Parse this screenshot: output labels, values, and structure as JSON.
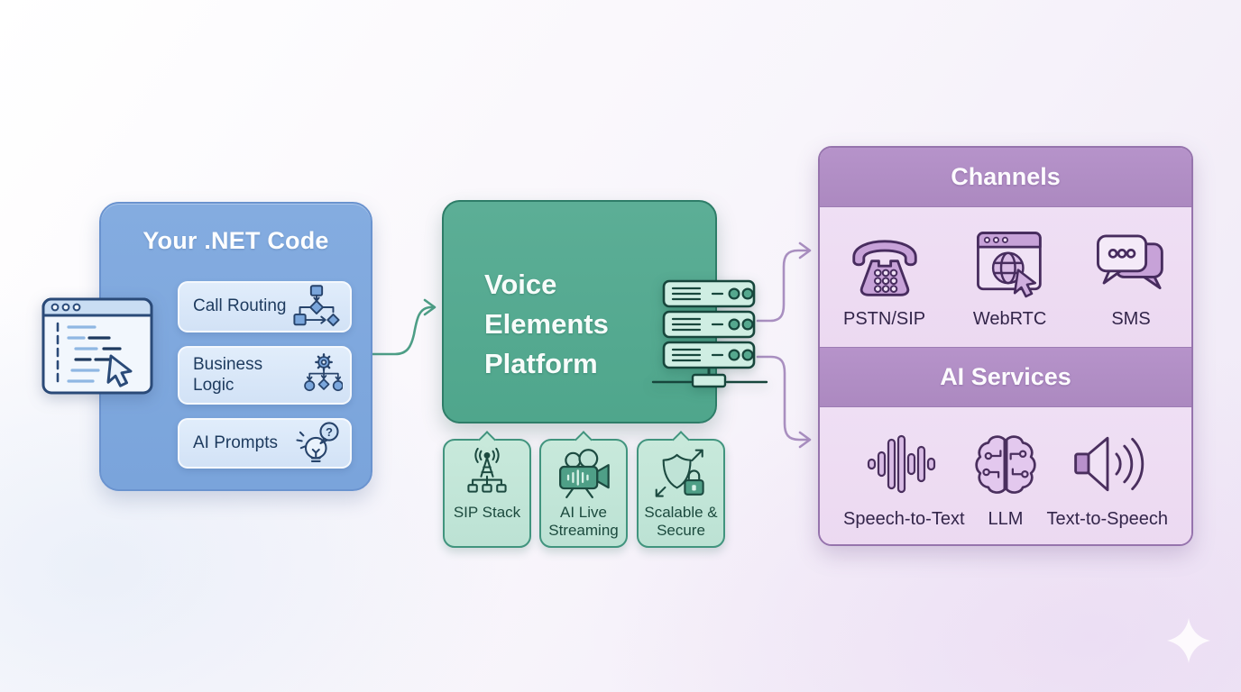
{
  "colors": {
    "dotnet_blue": "#7ea8dd",
    "dotnet_item_bg": "#d9e7f8",
    "platform_green": "#55ab92",
    "mint_feature": "#c3e6d9",
    "purple_header": "#b18fc5",
    "purple_panel_bg": "#eedcf3",
    "arrow_green": "#4d9e86",
    "arrow_purple": "#a98fc0",
    "text_navy": "#1d3a5e",
    "text_dark_teal": "#1c4a3e",
    "text_dark_purple": "#33254a"
  },
  "dotnet": {
    "title": "Your .NET Code",
    "icon": "code-window-icon",
    "items": [
      {
        "label": "Call Routing",
        "icon": "flowchart-icon"
      },
      {
        "label": "Business Logic",
        "icon": "gear-hierarchy-icon"
      },
      {
        "label": "AI Prompts",
        "icon": "lightbulb-question-icon"
      }
    ]
  },
  "platform": {
    "title": "Voice Elements Platform",
    "icon": "server-rack-icon",
    "features": [
      {
        "label": "SIP Stack",
        "icon": "antenna-network-icon"
      },
      {
        "label": "AI Live Streaming",
        "icon": "video-camera-icon"
      },
      {
        "label": "Scalable & Secure",
        "icon": "shield-lock-icon"
      }
    ]
  },
  "channels": {
    "title": "Channels",
    "items": [
      {
        "label": "PSTN/SIP",
        "icon": "telephone-icon"
      },
      {
        "label": "WebRTC",
        "icon": "browser-globe-icon"
      },
      {
        "label": "SMS",
        "icon": "chat-bubbles-icon"
      }
    ]
  },
  "ai_services": {
    "title": "AI Services",
    "items": [
      {
        "label": "Speech-to-Text",
        "icon": "audio-waveform-icon"
      },
      {
        "label": "LLM",
        "icon": "brain-circuit-icon"
      },
      {
        "label": "Text-to-Speech",
        "icon": "speaker-sound-icon"
      }
    ]
  },
  "glyphs": {
    "question_mark": "?"
  }
}
